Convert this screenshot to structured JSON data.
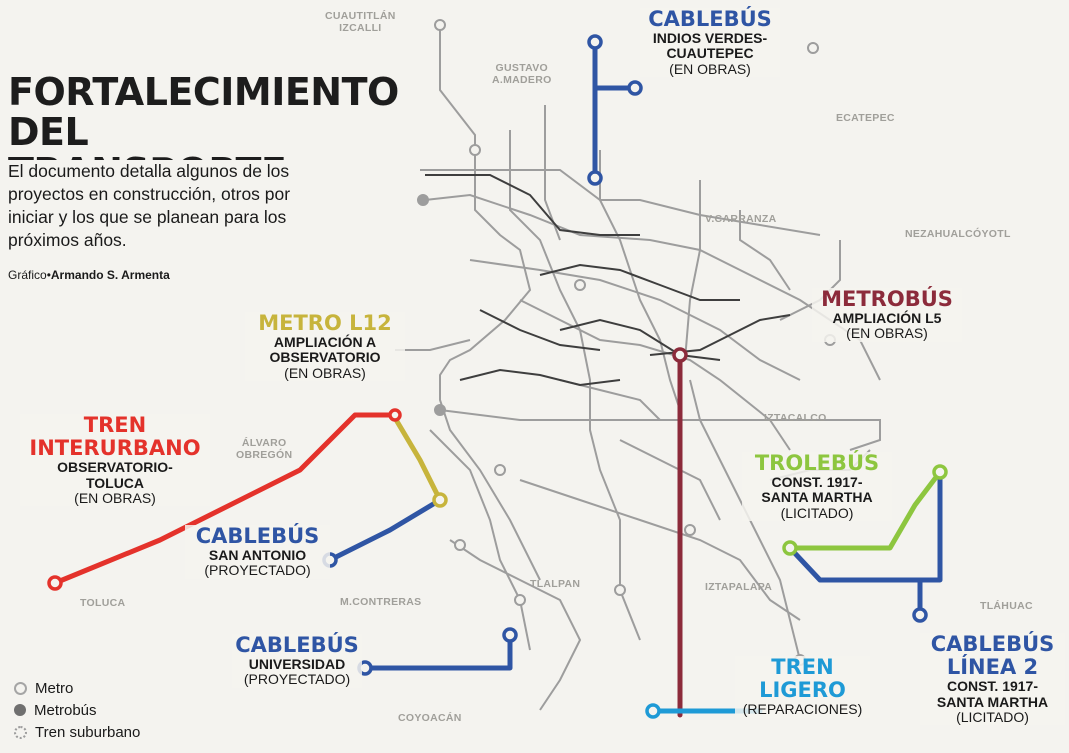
{
  "headline": "FORTALECIMIENTO DEL TRANSPORTE",
  "description": "El documento detalla algunos de los proyectos en construcción, otros por iniciar y los que se planean para los próximos años.",
  "credit_prefix": "Gráfico",
  "credit_author": "Armando S. Armenta",
  "colors": {
    "cablebus": "#2f55a4",
    "metro_l12": "#c7b43c",
    "tren_interurbano": "#e4322b",
    "metrobus": "#8c2b3b",
    "trolebus": "#8dc63f",
    "tren_ligero": "#1e9ad6",
    "network": "#9d9d9d"
  },
  "projects": [
    {
      "key": "cablebus_indios",
      "system": "CABLEBÚS",
      "name": "INDIOS VERDES-\nCUAUTEPEC",
      "status": "(EN OBRAS)",
      "color": "#2f55a4"
    },
    {
      "key": "metro_l12",
      "system": "METRO L12",
      "name": "AMPLIACIÓN A\nOBSERVATORIO",
      "status": "(EN OBRAS)",
      "color": "#c7b43c"
    },
    {
      "key": "tren_interurbano",
      "system": "TREN\nINTERURBANO",
      "name": "OBSERVATORIO-\nTOLUCA",
      "status": "(EN OBRAS)",
      "color": "#e4322b"
    },
    {
      "key": "metrobus",
      "system": "METROBÚS",
      "name": "AMPLIACIÓN L5",
      "status": "(EN OBRAS)",
      "color": "#8c2b3b"
    },
    {
      "key": "trolebus",
      "system": "TROLEBÚS",
      "name": "CONST. 1917-\nSANTA MARTHA",
      "status": "(LICITADO)",
      "color": "#8dc63f"
    },
    {
      "key": "cablebus_sanantonio",
      "system": "CABLEBÚS",
      "name": "SAN ANTONIO",
      "status": "(PROYECTADO)",
      "color": "#2f55a4"
    },
    {
      "key": "cablebus_universidad",
      "system": "CABLEBÚS",
      "name": "UNIVERSIDAD",
      "status": "(PROYECTADO)",
      "color": "#2f55a4"
    },
    {
      "key": "tren_ligero",
      "system": "TREN LIGERO",
      "name": "",
      "status": "(REPARACIONES)",
      "color": "#1e9ad6"
    },
    {
      "key": "cablebus_l2",
      "system": "CABLEBÚS\nLÍNEA 2",
      "name": "CONST. 1917-\nSANTA MARTHA",
      "status": "(LICITADO)",
      "color": "#2f55a4"
    }
  ],
  "areas": [
    {
      "key": "cuautitlan",
      "text": "CUAUTITLÁN\nIZCALLI"
    },
    {
      "key": "gustavo",
      "text": "GUSTAVO\nA.MADERO"
    },
    {
      "key": "ecatepec",
      "text": "ECATEPEC"
    },
    {
      "key": "vcarranza",
      "text": "V.CARRANZA"
    },
    {
      "key": "neza",
      "text": "NEZAHUALCÓYOTL"
    },
    {
      "key": "alvaro",
      "text": "ÁLVARO\nOBREGÓN"
    },
    {
      "key": "iztacalco",
      "text": "IZTACALCO"
    },
    {
      "key": "tlalpan",
      "text": "TLALPAN"
    },
    {
      "key": "iztapalapa",
      "text": "IZTAPALAPA"
    },
    {
      "key": "toluca",
      "text": "TOLUCA"
    },
    {
      "key": "contreras",
      "text": "M.CONTRERAS"
    },
    {
      "key": "tlahuac",
      "text": "TLÁHUAC"
    },
    {
      "key": "coyoacan",
      "text": "COYOACÁN"
    }
  ],
  "legend": [
    {
      "label": "Metro",
      "color": "#a5a5a5"
    },
    {
      "label": "Metrobús",
      "color": "#6f6f6f"
    },
    {
      "label": "Tren suburbano",
      "color": "#d2d2d2"
    }
  ]
}
